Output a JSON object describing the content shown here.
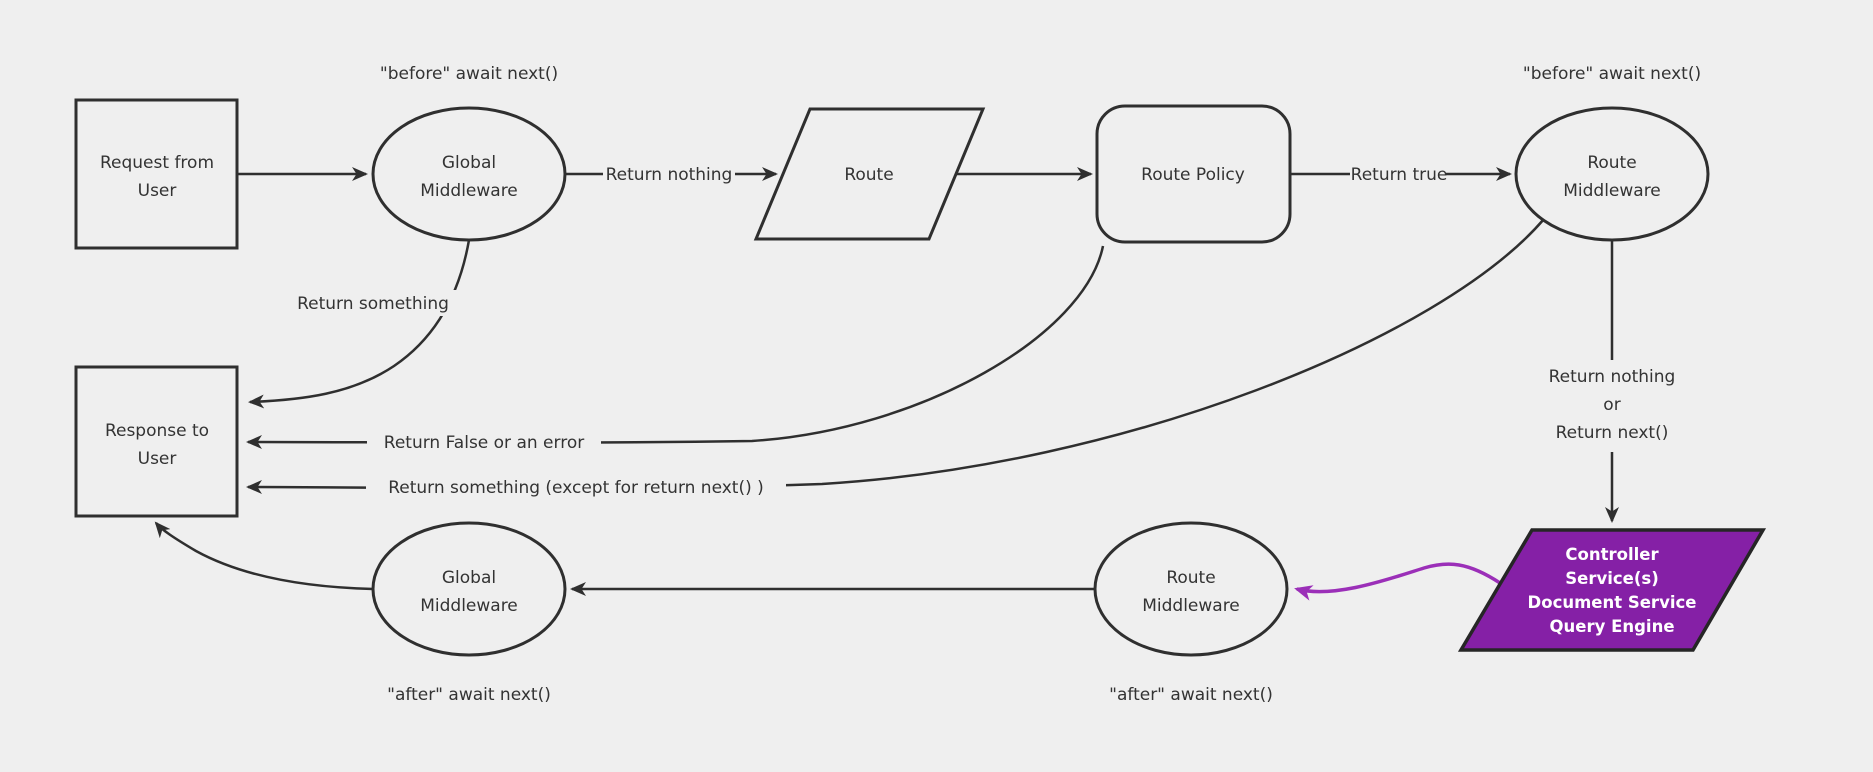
{
  "colors": {
    "background": "#efefef",
    "line": "#2f2f2f",
    "text": "#333333",
    "controller_fill": "#8520a6",
    "controller_text": "#ffffff",
    "controller_arrow": "#9b2fb8"
  },
  "nodes": {
    "request": {
      "line1": "Request from",
      "line2": "User"
    },
    "global_middleware_top": {
      "line1": "Global",
      "line2": "Middleware"
    },
    "route": {
      "label": "Route"
    },
    "route_policy": {
      "label": "Route Policy"
    },
    "route_middleware_top": {
      "line1": "Route",
      "line2": "Middleware"
    },
    "response": {
      "line1": "Response to",
      "line2": "User"
    },
    "global_middleware_bottom": {
      "line1": "Global",
      "line2": "Middleware"
    },
    "route_middleware_bottom": {
      "line1": "Route",
      "line2": "Middleware"
    },
    "controller": {
      "line1": "Controller",
      "line2": "Service(s)",
      "line3": "Document Service",
      "line4": "Query Engine"
    }
  },
  "edge_labels": {
    "return_nothing": "Return nothing",
    "return_true": "Return true",
    "return_something": "Return something",
    "return_false": "Return False or an error",
    "return_something_except": "Return something (except for return next() )",
    "to_controller_line1": "Return nothing",
    "to_controller_line2": "or",
    "to_controller_line3": "Return next()"
  },
  "annotations": {
    "before_global": "\"before\" await next()",
    "before_route": "\"before\" await next()",
    "after_global": "\"after\" await next()",
    "after_route": "\"after\" await next()"
  }
}
